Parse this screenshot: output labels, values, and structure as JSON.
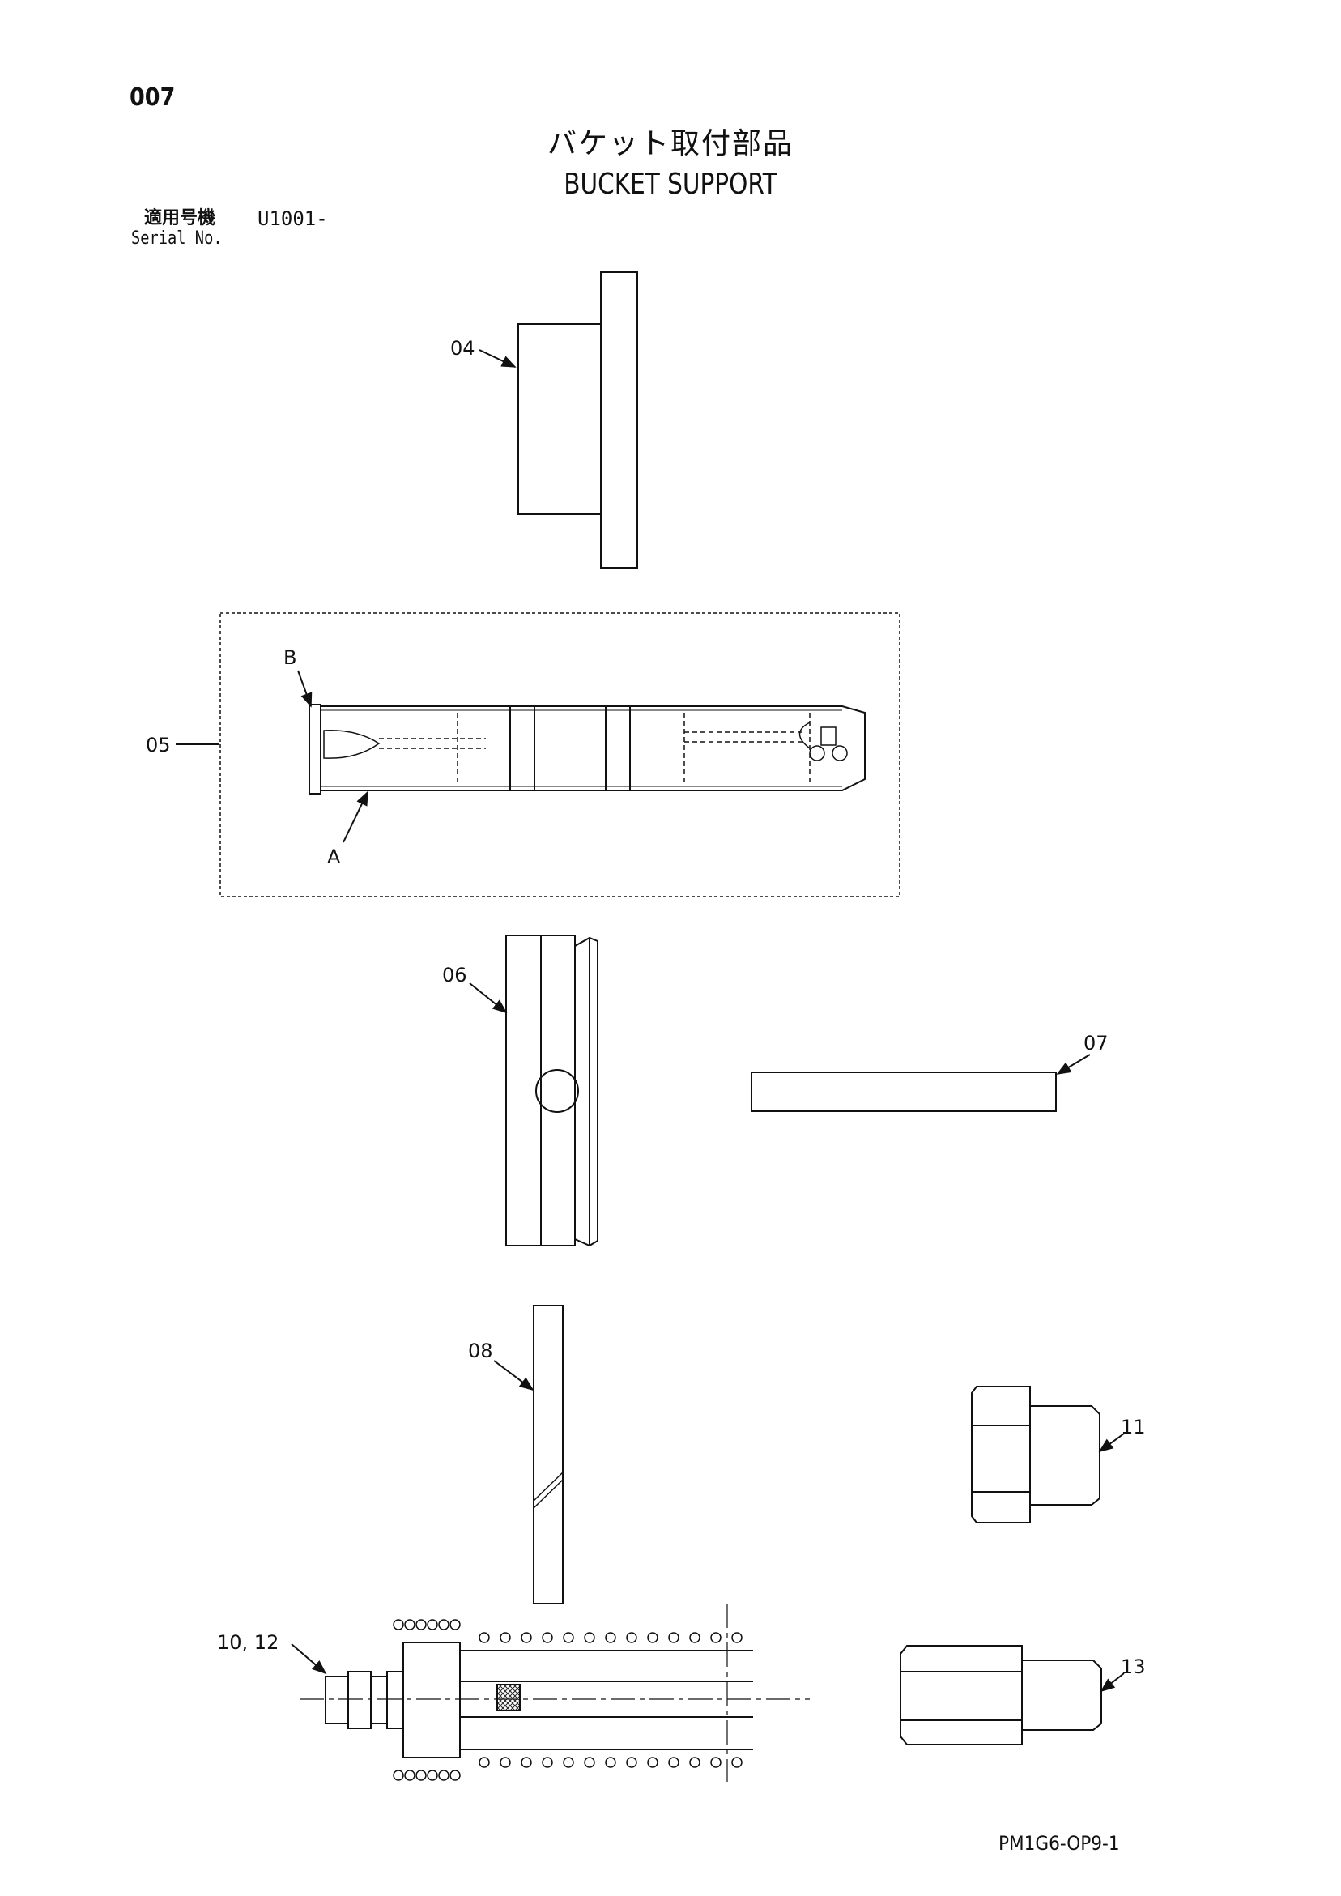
{
  "header": {
    "page_number": "007",
    "title_jp": "バケット取付部品",
    "title_en": "BUCKET SUPPORT",
    "serial_label_jp": "適用号機",
    "serial_value": "U1001-",
    "serial_label_en": "Serial No."
  },
  "callouts": {
    "part_04": "04",
    "part_05": "05",
    "detail_a": "A",
    "detail_b": "B",
    "part_06": "06",
    "part_07": "07",
    "part_08": "08",
    "part_10_12": "10, 12",
    "part_11": "11",
    "part_13": "13"
  },
  "footer": {
    "drawing_code": "PM1G6-OP9-1"
  }
}
